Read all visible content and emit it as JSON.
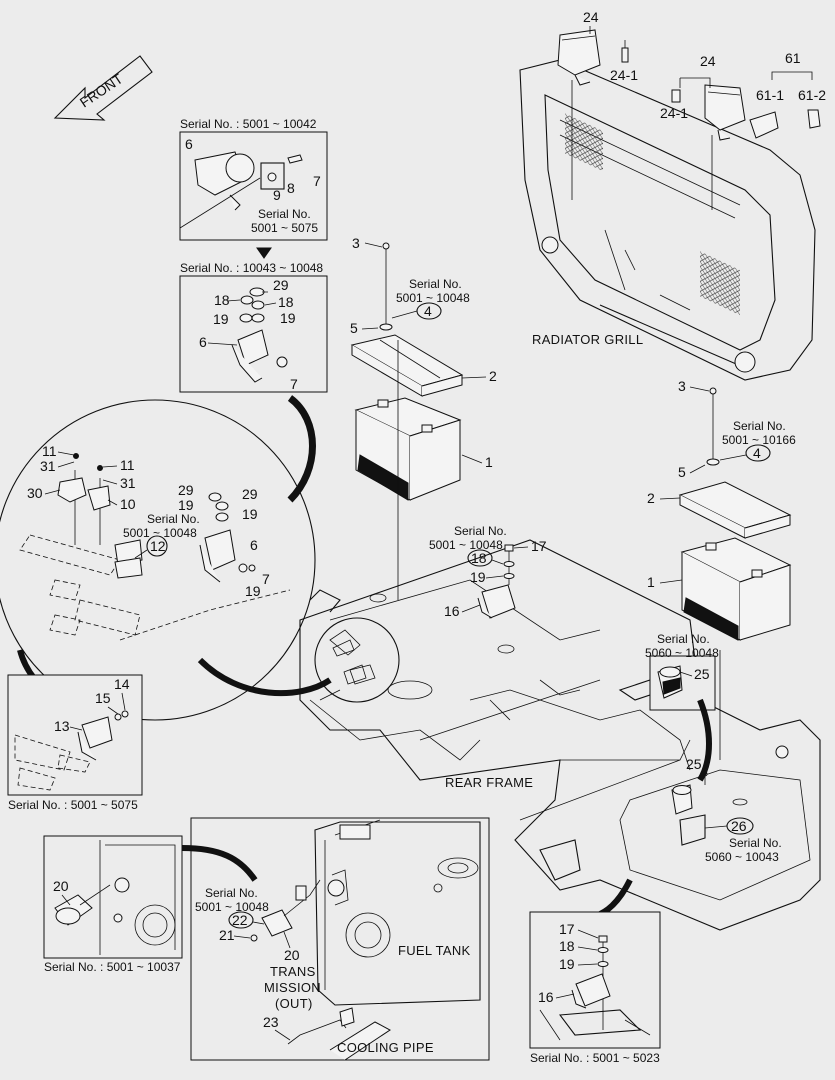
{
  "front_label": "FRONT",
  "section_titles": {
    "radiator_grill": "RADIATOR GRILL",
    "rear_frame": "REAR FRAME",
    "fuel_tank": "FUEL TANK",
    "transmission_line1": "TRANS",
    "transmission_line2": "MISSION",
    "transmission_line3": "(OUT)",
    "cooling_pipe": "COOLING PIPE"
  },
  "serial_notes": {
    "box1_top": "Serial No. : 5001 ~ 10042",
    "box1_inner_line1": "Serial No.",
    "box1_inner_line2": "5001 ~ 5075",
    "box2_top": "Serial No. : 10043 ~ 10048",
    "battery_left_line1": "Serial No.",
    "battery_left_line2": "5001 ~ 10048",
    "battery_right_line1": "Serial No.",
    "battery_right_line2": "5001 ~ 10166",
    "circle_line1": "Serial No.",
    "circle_line2": "5001 ~ 10048",
    "relay_line1": "Serial No.",
    "relay_line2": "5001 ~ 10048",
    "box25_line1": "Serial No.",
    "box25_line2": "5060 ~ 10048",
    "part26_line1": "Serial No.",
    "part26_line2": "5060 ~ 10043",
    "box_left_bottom": "Serial No. : 5001 ~ 5075",
    "box_sender": "Serial No. : 5001 ~ 10037",
    "trans_line1": "Serial No.",
    "trans_line2": "5001 ~ 10048",
    "box_horn": "Serial No. : 5001 ~ 5023"
  },
  "callouts": {
    "p1": "1",
    "p2": "2",
    "p3": "3",
    "p4": "4",
    "p5": "5",
    "p6": "6",
    "p7": "7",
    "p8": "8",
    "p9": "9",
    "p10": "10",
    "p11": "11",
    "p12": "12",
    "p13": "13",
    "p14": "14",
    "p15": "15",
    "p16": "16",
    "p17": "17",
    "p18": "18",
    "p19": "19",
    "p20": "20",
    "p21": "21",
    "p22": "22",
    "p23": "23",
    "p24": "24",
    "p24_1": "24-1",
    "p25": "25",
    "p26": "26",
    "p29": "29",
    "p30": "30",
    "p31": "31",
    "p61": "61",
    "p61_1": "61-1",
    "p61_2": "61-2"
  },
  "colors": {
    "background": "#ececec",
    "ink": "#111111",
    "part_fill": "#f4f4f4"
  }
}
